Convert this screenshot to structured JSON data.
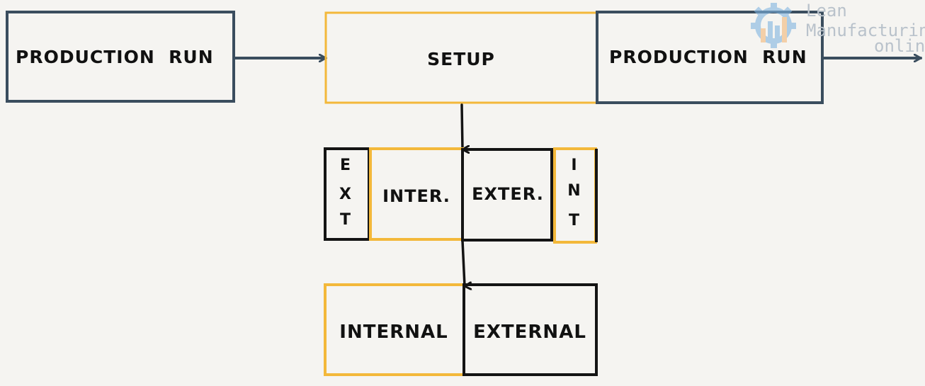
{
  "colors": {
    "background": "#f5f4f1",
    "navy": "#3a4d5e",
    "yellow": "#f3b83a",
    "black": "#141414",
    "logo_gray": "#b9c2cb",
    "logo_blue": "#7fb4e0",
    "logo_orange": "#f2b778"
  },
  "row1": {
    "left_box": "PRODUCTION  RUN",
    "setup_box": "SETUP",
    "right_box": "PRODUCTION  RUN"
  },
  "row2": {
    "ext_letters": [
      "E",
      "X",
      "T"
    ],
    "inter_box": "INTER.",
    "exter_box": "EXTER.",
    "int_letters": [
      "I",
      "N",
      "T"
    ]
  },
  "row3": {
    "internal_box": "INTERNAL",
    "external_box": "EXTERNAL"
  },
  "logo": {
    "line1": "Lean",
    "line2": "Manufacturing",
    "line3": "online",
    "icon": "gear-bar-chart-icon"
  }
}
